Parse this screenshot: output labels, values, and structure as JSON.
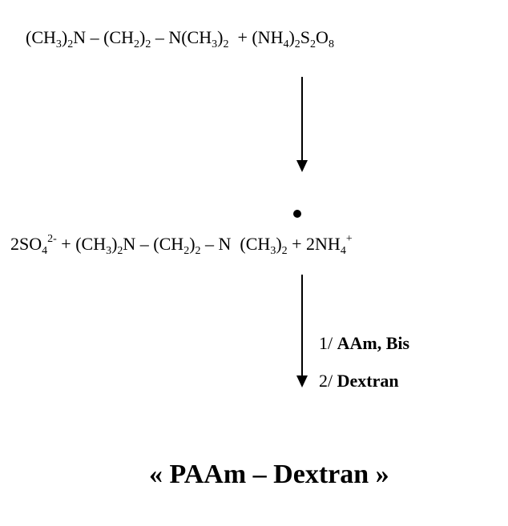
{
  "reactants": {
    "amine_prefix": "(CH",
    "amine_sub1": "3",
    "amine_mid1": ")",
    "amine_sub2": "2",
    "amine_mid2": "N – (CH",
    "amine_sub3": "2",
    "amine_mid3": ")",
    "amine_sub4": "2",
    "amine_mid4": " – N(CH",
    "amine_sub5": "3",
    "amine_mid5": ")",
    "amine_sub6": "2",
    "plus": "  + ",
    "persulfate_a": "(NH",
    "persulfate_sub1": "4",
    "persulfate_b": ")",
    "persulfate_sub2": "2",
    "persulfate_c": "S",
    "persulfate_sub3": "2",
    "persulfate_d": "O",
    "persulfate_sub4": "8"
  },
  "products": {
    "sulfate_a": "2SO",
    "sulfate_sub": "4",
    "sulfate_sup": "2-",
    "plus1": " + (CH",
    "sub1": "3",
    "mid1": ")",
    "sub2": "2",
    "mid2": "N – (CH",
    "sub3": "2",
    "mid3": ")",
    "sub4": "2",
    "mid4": " – N  (CH",
    "sub5": "3",
    "mid5": ")",
    "sub6": "2",
    "plus2": " + 2NH",
    "ammonium_sub": "4",
    "ammonium_sup": "+"
  },
  "steps": {
    "step1_number": "1/ ",
    "step1_reagents": "AAm, Bis",
    "step2_number": "2/ ",
    "step2_reagents": "Dextran"
  },
  "final_product": "« PAAm – Dextran »"
}
